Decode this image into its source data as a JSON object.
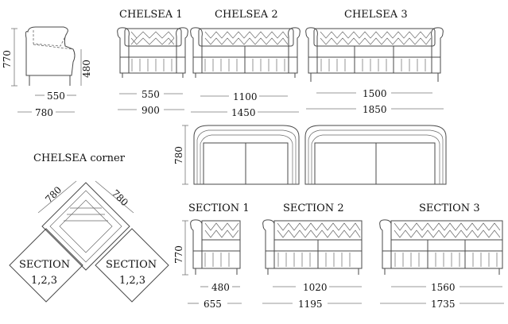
{
  "titles": {
    "chelsea1": "CHELSEA  1",
    "chelsea2": "CHELSEA  2",
    "chelsea3": "CHELSEA 3",
    "corner": "CHELSEA  corner",
    "section1": "SECTION 1",
    "section2": "SECTION 2",
    "section3": "SECTION 3"
  },
  "side_view": {
    "height": "770",
    "seat_height": "480",
    "depth_inner": "550",
    "depth_outer": "780"
  },
  "chelsea1": {
    "inner": "550",
    "outer": "900"
  },
  "chelsea2": {
    "inner": "1100",
    "outer": "1450"
  },
  "chelsea3": {
    "inner": "1500",
    "outer": "1850"
  },
  "top_view": {
    "depth": "780"
  },
  "corner": {
    "depth_left": "780",
    "depth_right": "780",
    "left_section_label_1": "SECTION",
    "left_section_label_2": "1,2,3",
    "right_section_label_1": "SECTION",
    "right_section_label_2": "1,2,3"
  },
  "section1": {
    "height": "770",
    "inner": "480",
    "outer": "655"
  },
  "section2": {
    "inner": "1020",
    "outer": "1195"
  },
  "section3": {
    "inner": "1560",
    "outer": "1735"
  }
}
